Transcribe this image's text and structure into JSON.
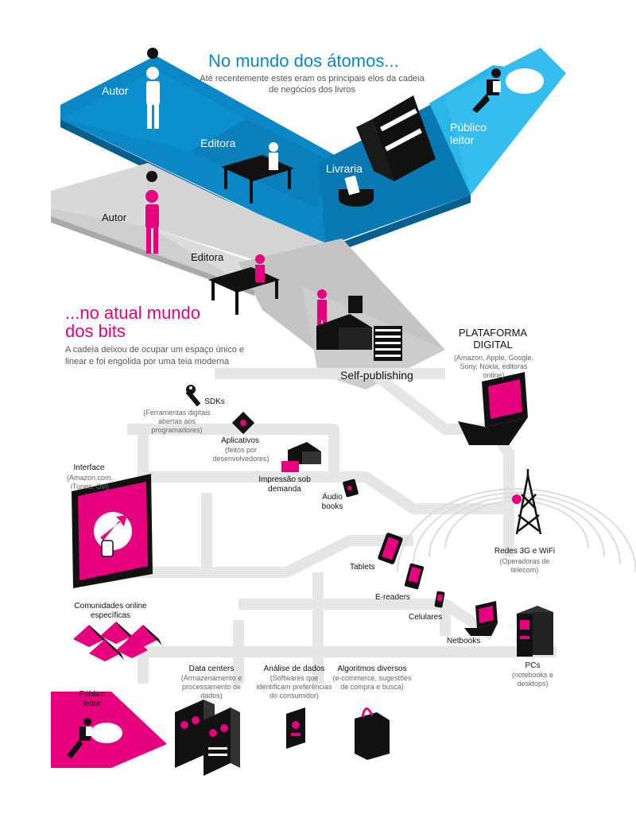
{
  "atoms": {
    "title": "No mundo dos átomos...",
    "subtitle": "Até recentemente estes eram os principais elos da cadeia de negócios dos livros",
    "autor": "Autor",
    "editora": "Editora",
    "livraria": "Livraria",
    "publico": "Público leitor"
  },
  "bits": {
    "autor": "Autor",
    "editora": "Editora",
    "self_publishing": "Self-publishing",
    "title": "...no atual mundo dos bits",
    "subtitle": "A cadeia deixou de ocupar um espaço único e linear e foi engolida por uma teia moderna"
  },
  "network": {
    "plataforma": {
      "label": "PLATAFORMA DIGITAL",
      "sub": "(Amazon, Apple, Google, Sony, Nokia, editoras online)"
    },
    "sdks": {
      "label": "SDKs",
      "sub": "(Ferramentas digitais abertas aos programadores)"
    },
    "aplicativos": {
      "label": "Aplicativos",
      "sub": "(feitos por desenvolvedores)"
    },
    "impressao": {
      "label": "Impressão sob demanda"
    },
    "audio": {
      "label": "Áudio books"
    },
    "interface": {
      "label": "Interface",
      "sub": "(Amazon.com, iTunes, Ovi)"
    },
    "redes": {
      "label": "Redes 3G e WiFi",
      "sub": "(Operadoras de telecom)"
    },
    "tablets": {
      "label": "Tablets"
    },
    "ereaders": {
      "label": "E-readers"
    },
    "celulares": {
      "label": "Celulares"
    },
    "netbooks": {
      "label": "Netbooks"
    },
    "pcs": {
      "label": "PCs",
      "sub": "(notebooks e desktops)"
    },
    "comunidades": {
      "label": "Comunidades online específicas"
    },
    "datacenters": {
      "label": "Data centers",
      "sub": "(Armazenamento e processamento de dados)"
    },
    "analise": {
      "label": "Análise de dados",
      "sub": "(Softwares que identificam preferências do consumidor)"
    },
    "algoritmos": {
      "label": "Algoritmos diversos",
      "sub": "(e-commerce, sugestões de compra e busca)"
    },
    "publico": {
      "label": "Público leitor"
    }
  },
  "colors": {
    "blue": "#0a87c4",
    "blue_dark": "#0670a6",
    "blue_light": "#2bb6e8",
    "magenta": "#e6007e",
    "gray": "#d9d9d9",
    "gray_dark": "#c4c4c4",
    "path": "#e6e6e6"
  }
}
